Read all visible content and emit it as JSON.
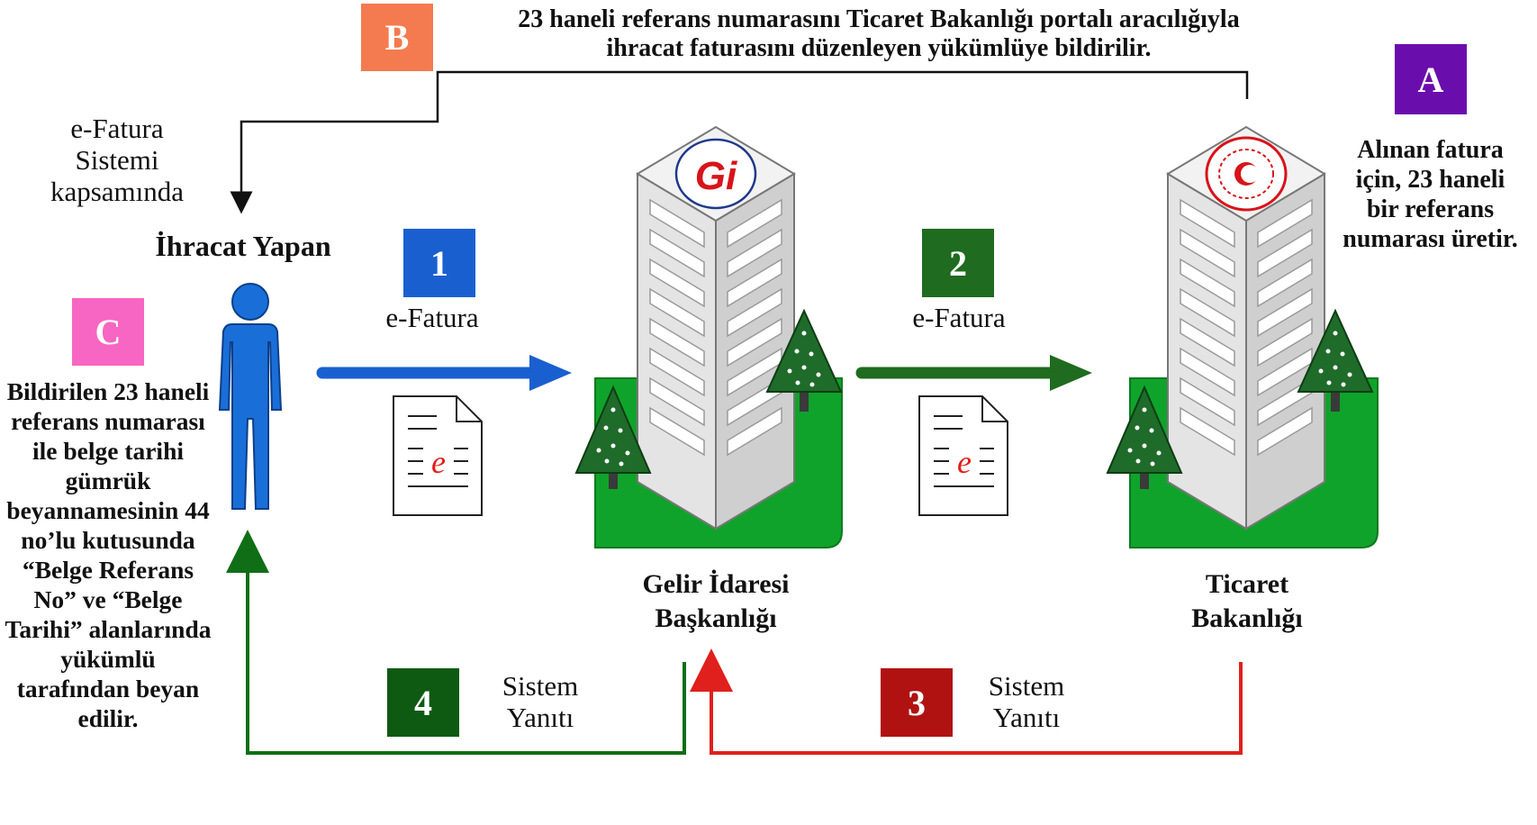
{
  "badges": {
    "A": {
      "label": "A",
      "color": "#6a0dad"
    },
    "B": {
      "label": "B",
      "color": "#f47b4f"
    },
    "C": {
      "label": "C",
      "color": "#f766c2"
    },
    "step1": {
      "label": "1",
      "color": "#1a5fd0"
    },
    "step2": {
      "label": "2",
      "color": "#1f6b1f"
    },
    "step3": {
      "label": "3",
      "color": "#b01212"
    },
    "step4": {
      "label": "4",
      "color": "#0f5a12"
    }
  },
  "texts": {
    "b_line1": "23 haneli referans numarasını Ticaret Bakanlığı portalı aracılığıyla",
    "b_line2": "ihracat faturasını düzenleyen yükümlüye bildirilir.",
    "efatura_scope_1": "e-Fatura",
    "efatura_scope_2": "Sistemi",
    "efatura_scope_3": "kapsamında",
    "exporter": "İhracat Yapan",
    "a_line1": "Alınan fatura",
    "a_line2": "için, 23 haneli",
    "a_line3": "bir referans",
    "a_line4": "numarası üretir.",
    "c_text": "Bildirilen 23 haneli referans numarası ile belge tarihi gümrük beyannamesinin 44 no’lu kutusunda “Belge Referans No” ve “Belge Tarihi” alanlarında yükümlü tarafından beyan edilir.",
    "arrow1_label": "e-Fatura",
    "arrow2_label": "e-Fatura",
    "gib_line1": "Gelir İdaresi",
    "gib_line2": "Başkanlığı",
    "tb_line1": "Ticaret",
    "tb_line2": "Bakanlığı",
    "resp3_line1": "Sistem",
    "resp3_line2": "Yanıtı",
    "resp4_line1": "Sistem",
    "resp4_line2": "Yanıtı",
    "doc_letter": "e"
  },
  "colors": {
    "blue_arrow": "#1a5fd0",
    "green_arrow": "#1f6b1f",
    "red_line": "#e0201c",
    "green_line": "#0f6e16",
    "grass": "#10a32b",
    "person": "#1a6ed8"
  }
}
